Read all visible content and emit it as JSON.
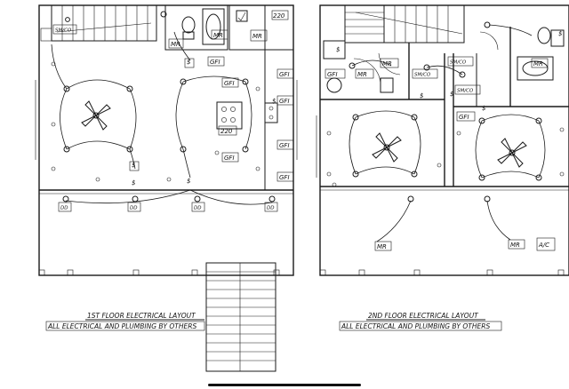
{
  "floor1": {
    "title": "1ST FLOOR ELECTRICAL LAYOUT",
    "note": "ALL ELECTRICAL AND PLUMBING BY OTHERS",
    "labels": {
      "smco": "SM/CO",
      "gfi": "GFI",
      "mr": "MR",
      "dd": "DD",
      "v220": "220"
    }
  },
  "floor2": {
    "title": "2ND FLOOR ELECTRICAL LAYOUT",
    "note": "ALL ELECTRICAL AND PLUMBING BY OTHERS",
    "labels": {
      "smco": "SM/CO",
      "gfi": "GFI",
      "mr": "MR",
      "ac": "A/C"
    }
  },
  "symbols": {
    "switch": "$"
  }
}
